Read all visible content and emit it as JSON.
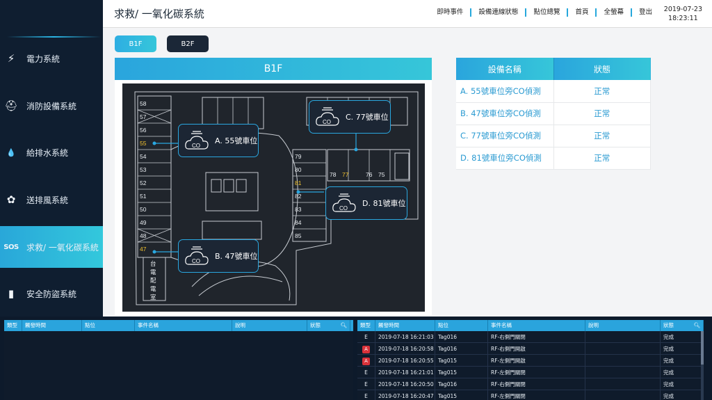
{
  "sidebar": {
    "items": [
      {
        "label": "電力系統",
        "icon": "lightning-icon",
        "glyph": "⚡"
      },
      {
        "label": "消防設備系統",
        "icon": "firefighter-icon",
        "glyph": "⛑"
      },
      {
        "label": "給排水系統",
        "icon": "water-drops-icon",
        "glyph": "💧"
      },
      {
        "label": "送排風系統",
        "icon": "fan-icon",
        "glyph": "✿"
      },
      {
        "label": "求救/ 一氧化碳系統",
        "icon": "sos-icon",
        "glyph": "SOS",
        "active": true
      },
      {
        "label": "安全防盜系統",
        "icon": "door-icon",
        "glyph": "▮"
      }
    ]
  },
  "header": {
    "title": "求救/ 一氧化碳系統",
    "nav": [
      "即時事件",
      "設備連線狀態",
      "點位總覽",
      "首頁",
      "全螢幕",
      "登出"
    ],
    "date": "2019-07-23",
    "time": "18:23:11"
  },
  "floors": {
    "b1": "B1F",
    "b2": "B2F"
  },
  "map": {
    "title": "B1F",
    "callouts": [
      {
        "label": "A. 55號車位",
        "sensor_text": "CO"
      },
      {
        "label": "B. 47號車位",
        "sensor_text": "CO"
      },
      {
        "label": "C. 77號車位",
        "sensor_text": "CO"
      },
      {
        "label": "D. 81號車位",
        "sensor_text": "CO"
      }
    ],
    "left_slots": [
      "58",
      "57",
      "56",
      "55",
      "54",
      "53",
      "52",
      "51",
      "50",
      "49",
      "48",
      "47"
    ],
    "right_slots": [
      "79",
      "80",
      "81",
      "82",
      "83",
      "84",
      "85"
    ],
    "top_slots": [
      "78",
      "77",
      "76",
      "75"
    ],
    "room_label": [
      "台",
      "電",
      "配",
      "電",
      "室"
    ]
  },
  "devices": {
    "headers": [
      "設備名稱",
      "狀態"
    ],
    "rows": [
      {
        "name": "A. 55號車位旁CO偵測",
        "status": "正常"
      },
      {
        "name": "B. 47號車位旁CO偵測",
        "status": "正常"
      },
      {
        "name": "C. 77號車位旁CO偵測",
        "status": "正常"
      },
      {
        "name": "D. 81號車位旁CO偵測",
        "status": "正常"
      }
    ]
  },
  "events": {
    "headers": [
      "類型",
      "觸發時間",
      "點位",
      "事件名稱",
      "說明",
      "狀態"
    ],
    "left_rows": [],
    "right_rows": [
      {
        "type": "E",
        "time": "2019-07-18 16:21:03",
        "point": "Tag016",
        "name": "RF-右側門關閉",
        "desc": "",
        "state": "完成"
      },
      {
        "type": "A",
        "time": "2019-07-18 16:20:58",
        "point": "Tag016",
        "name": "RF-右側門開啟",
        "desc": "",
        "state": "完成"
      },
      {
        "type": "A",
        "time": "2019-07-18 16:20:55",
        "point": "Tag015",
        "name": "RF-左側門開啟",
        "desc": "",
        "state": "完成"
      },
      {
        "type": "E",
        "time": "2019-07-18 16:21:01",
        "point": "Tag015",
        "name": "RF-左側門關閉",
        "desc": "",
        "state": "完成"
      },
      {
        "type": "E",
        "time": "2019-07-18 16:20:50",
        "point": "Tag016",
        "name": "RF-右側門關閉",
        "desc": "",
        "state": "完成"
      },
      {
        "type": "E",
        "time": "2019-07-18 16:20:47",
        "point": "Tag015",
        "name": "RF-左側門關閉",
        "desc": "",
        "state": "完成"
      }
    ]
  },
  "colors": {
    "accent": "#2aa7e0",
    "sidebar_bg": "#0f1e30",
    "alarm": "#d9323a",
    "highlight_slot": "#f2c230"
  }
}
